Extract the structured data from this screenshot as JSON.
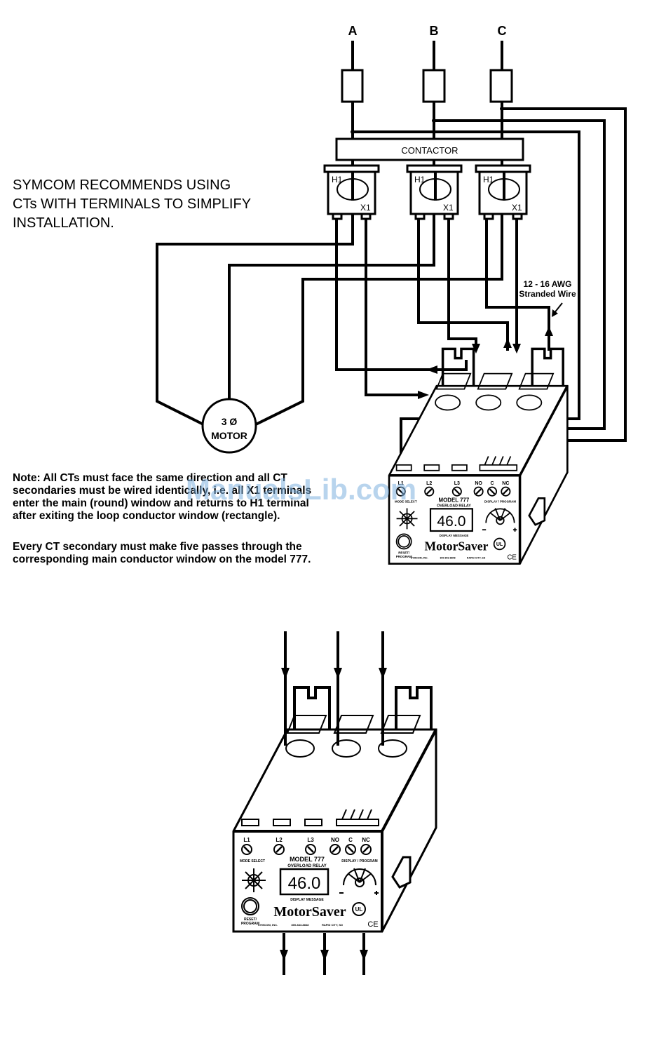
{
  "phases": [
    "A",
    "B",
    "C"
  ],
  "contactor_label": "CONTACTOR",
  "ct": {
    "h1": "H1",
    "x1": "X1"
  },
  "recommendation": [
    "SYMCOM RECOMMENDS USING",
    "CTs WITH TERMINALS TO SIMPLIFY",
    "INSTALLATION."
  ],
  "wire_label": [
    "12 - 16 AWG",
    "Stranded Wire"
  ],
  "motor": {
    "line1": "3 Ø",
    "line2": "MOTOR"
  },
  "note": [
    "Note: All CTs must face the same direction and all CT",
    "secondaries must be wired identically, i.e. all X1 terminals",
    "enter the main (round) window and returns to H1 terminal",
    "after exiting the loop conductor window (rectangle)."
  ],
  "note2": [
    "Every CT secondary must make five passes through the",
    "corresponding main conductor window on the model 777."
  ],
  "watermark": "ManualsLib.com",
  "relay": {
    "terminals": [
      "L1",
      "L2",
      "L3",
      "NO",
      "C",
      "NC"
    ],
    "model": "MODEL 777",
    "type": "OVERLOAD RELAY",
    "display_value": "46.0",
    "display_caption": "DISPLAY MESSAGE",
    "mode_select": "MODE SELECT",
    "display_program": "DISPLAY / PROGRAM",
    "reset": [
      "RESET/",
      "PROGRAM"
    ],
    "brand": "MotorSaver",
    "company": "SYMCOM, INC.",
    "phone": "800-843-8848",
    "city": "RAPID CITY, SD",
    "ce": "CE",
    "ul": "UL"
  }
}
